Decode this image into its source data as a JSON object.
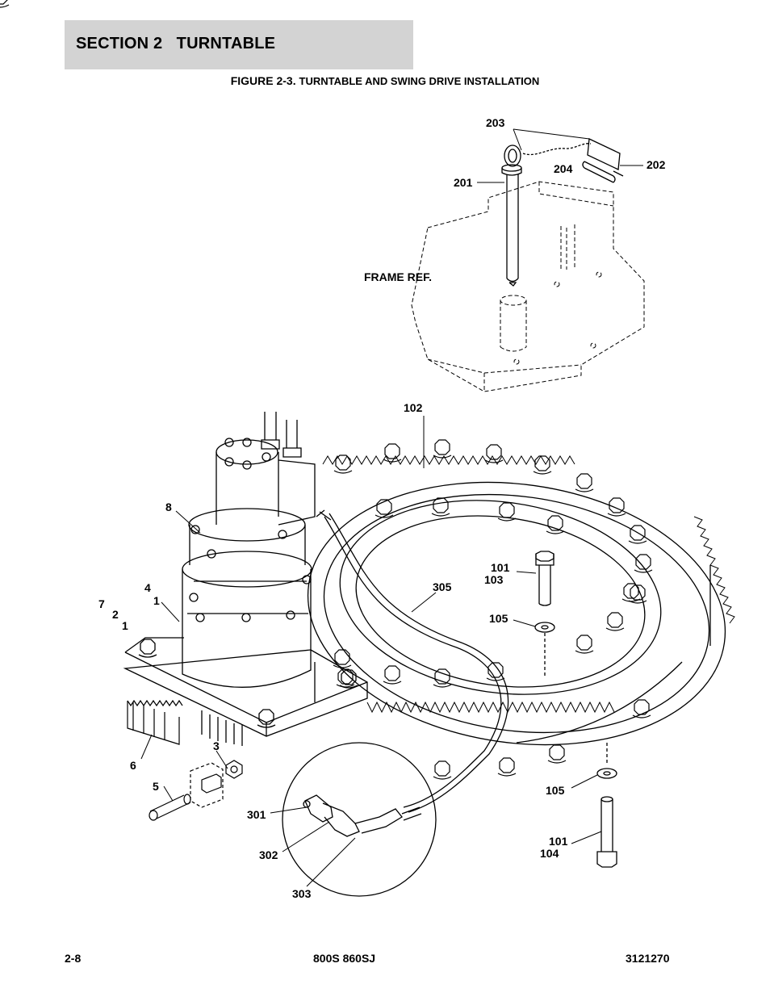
{
  "header": {
    "section_label": "SECTION 2",
    "section_name": "TURNTABLE",
    "figure_label": "FIGURE 2-3.",
    "figure_title": "TURNTABLE AND SWING DRIVE INSTALLATION"
  },
  "callouts": {
    "c203": "203",
    "c204": "204",
    "c202": "202",
    "c201": "201",
    "frame_ref": "FRAME REF.",
    "c102": "102",
    "c8": "8",
    "c101a": "101",
    "c103": "103",
    "c305": "305",
    "c4": "4",
    "c1a": "1",
    "c7": "7",
    "c2": "2",
    "c1b": "1",
    "c105a": "105",
    "c3": "3",
    "c6": "6",
    "c5": "5",
    "c105b": "105",
    "c301": "301",
    "c302": "302",
    "c303": "303",
    "c101b": "101",
    "c104": "104"
  },
  "footer": {
    "page": "2-8",
    "models": "800S 860SJ",
    "doc_number": "3121270"
  }
}
